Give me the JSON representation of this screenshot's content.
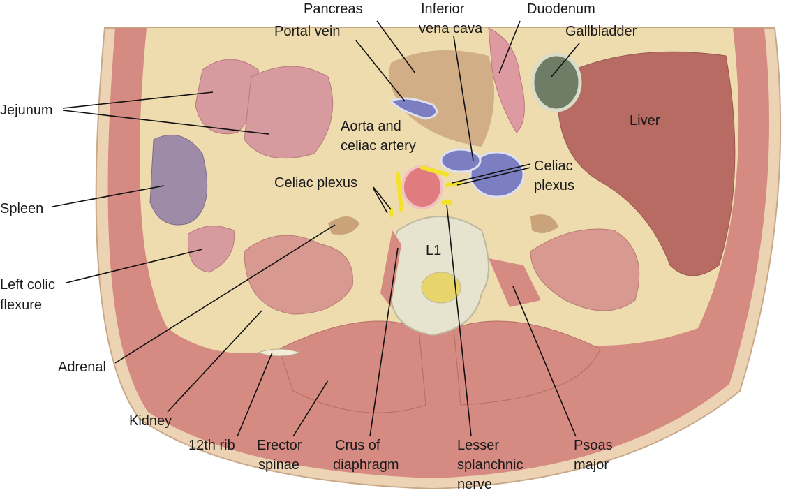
{
  "labels": {
    "pancreas": "Pancreas",
    "portal_vein": "Portal vein",
    "ivc": [
      "Inferior",
      "vena cava"
    ],
    "duodenum": "Duodenum",
    "gallbladder": "Gallbladder",
    "jejunum": "Jejunum",
    "aorta": [
      "Aorta and",
      "celiac artery"
    ],
    "celiac_plexus_right": [
      "Celiac",
      "plexus"
    ],
    "celiac_plexus_left": "Celiac plexus",
    "liver": "Liver",
    "spleen": "Spleen",
    "l1": "L1",
    "left_colic_flexure": [
      "Left colic",
      "flexure"
    ],
    "adrenal": "Adrenal",
    "kidney": "Kidney",
    "rib12": "12th rib",
    "erector_spinae": [
      "Erector",
      "spinae"
    ],
    "crus": [
      "Crus of",
      "diaphragm"
    ],
    "lesser_splanchnic": [
      "Lesser",
      "splanchnic",
      "nerve"
    ],
    "psoas": [
      "Psoas",
      "major"
    ]
  },
  "colors": {
    "fat": "#eedcae",
    "muscle": "#d58a82",
    "skin": "#ecd3b4",
    "liver": "#b86b62",
    "spleen": "#9d8ba8",
    "vein": "#7b7ec0",
    "nerve": "#f2e22a",
    "bone": "#e6e3cf"
  }
}
